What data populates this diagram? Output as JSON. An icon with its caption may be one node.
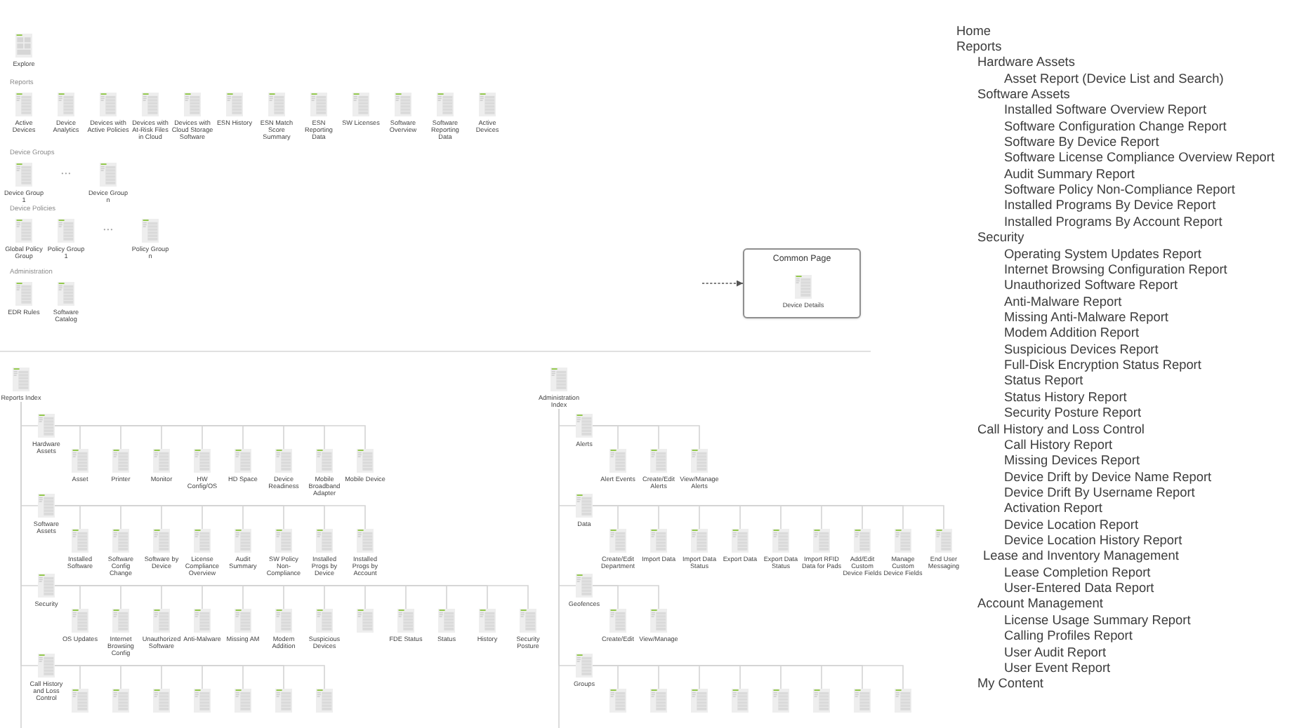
{
  "diagram": {
    "nodes": [
      {
        "text": [
          "Explore"
        ]
      },
      {
        "text": [
          "Active Devices"
        ]
      },
      {
        "text": [
          "Device Analytics"
        ]
      },
      {
        "text": [
          "Devices with Active Policies"
        ]
      },
      {
        "text": [
          "Devices with At-Risk Files in Cloud"
        ]
      },
      {
        "text": [
          "Devices with Cloud Storage Software"
        ]
      },
      {
        "text": [
          "ESN History"
        ]
      },
      {
        "text": [
          "ESN Match Score Summary"
        ]
      },
      {
        "text": [
          "ESN Reporting Data"
        ]
      },
      {
        "text": [
          "SW Licenses"
        ]
      },
      {
        "text": [
          "Software Overview"
        ]
      },
      {
        "text": [
          "Software Reporting Data"
        ]
      },
      {
        "text": [
          "Active Devices"
        ]
      },
      {
        "text": [
          "Device Group 1"
        ]
      },
      {
        "text": [
          "Device Group n"
        ]
      },
      {
        "text": [
          "Global Policy Group"
        ]
      },
      {
        "text": [
          "Policy Group 1"
        ]
      },
      {
        "text": [
          "Policy Group n"
        ]
      },
      {
        "text": [
          "EDR Rules"
        ]
      },
      {
        "text": [
          "Software Catalog"
        ]
      },
      {
        "text": [
          "Common Page"
        ]
      },
      {
        "text": [
          "Device Details"
        ],
        "in": 20
      },
      {
        "text": [
          "Reports Index"
        ]
      },
      {
        "text": [
          "Hardware Assets"
        ]
      },
      {
        "text": [
          "Asset"
        ]
      },
      {
        "text": [
          "Printer"
        ]
      },
      {
        "text": [
          "Monitor"
        ]
      },
      {
        "text": [
          "HW Config/OS"
        ]
      },
      {
        "text": [
          "HD Space"
        ]
      },
      {
        "text": [
          "Device Readiness"
        ]
      },
      {
        "text": [
          "Mobile Broadband Adapter"
        ]
      },
      {
        "text": [
          "Mobile Device"
        ]
      },
      {
        "text": [
          "Software Assets"
        ]
      },
      {
        "text": [
          "Installed Software"
        ]
      },
      {
        "text": [
          "Software Config Change"
        ]
      },
      {
        "text": [
          "Software by Device"
        ]
      },
      {
        "text": [
          "License Compliance Overview"
        ]
      },
      {
        "text": [
          "Audit Summary"
        ]
      },
      {
        "text": [
          "SW Policy Non-Compliance"
        ]
      },
      {
        "text": [
          "Installed Progs by Device"
        ]
      },
      {
        "text": [
          "Installed Progs by Account"
        ]
      },
      {
        "text": [
          "Security"
        ]
      },
      {
        "text": [
          "OS Updates"
        ]
      },
      {
        "text": [
          "Internet Browsing Config"
        ]
      },
      {
        "text": [
          "Unauthorized Software"
        ]
      },
      {
        "text": [
          "Anti-Malware"
        ]
      },
      {
        "text": [
          "Missing AM"
        ]
      },
      {
        "text": [
          "Modem Addition"
        ]
      },
      {
        "text": [
          "Suspicious Devices"
        ]
      },
      {
        "text": [],
        "shape": "page"
      },
      {
        "text": [
          "FDE Status"
        ]
      },
      {
        "text": [
          "Status"
        ]
      },
      {
        "text": [
          "History"
        ]
      },
      {
        "text": [
          "Security Posture"
        ]
      },
      {
        "text": [
          "Call History and Loss Control"
        ]
      },
      {
        "text": [],
        "shape": "page"
      },
      {
        "text": [],
        "shape": "page"
      },
      {
        "text": [],
        "shape": "page"
      },
      {
        "text": [],
        "shape": "page"
      },
      {
        "text": [],
        "shape": "page"
      },
      {
        "text": [],
        "shape": "page"
      },
      {
        "text": [],
        "shape": "page"
      },
      {
        "text": [
          "Administration Index"
        ]
      },
      {
        "text": [
          "Alerts"
        ]
      },
      {
        "text": [
          "Alert Events"
        ]
      },
      {
        "text": [
          "Create/Edit Alerts"
        ]
      },
      {
        "text": [
          "View/Manage Alerts"
        ]
      },
      {
        "text": [
          "Data"
        ]
      },
      {
        "text": [
          "Create/Edit Department"
        ]
      },
      {
        "text": [
          "Import Data"
        ]
      },
      {
        "text": [
          "Import Data Status"
        ]
      },
      {
        "text": [
          "Export Data"
        ]
      },
      {
        "text": [
          "Export Data Status"
        ]
      },
      {
        "text": [
          "Import RFID Data for Pads"
        ]
      },
      {
        "text": [
          "Add/Edit Custom Device Fields"
        ]
      },
      {
        "text": [
          "Manage Custom Device Fields"
        ]
      },
      {
        "text": [
          "End User Messaging"
        ]
      },
      {
        "text": [
          "Geofences"
        ]
      },
      {
        "text": [
          "Create/Edit"
        ]
      },
      {
        "text": [
          "View/Manage"
        ]
      },
      {
        "text": [
          "Groups"
        ]
      },
      {
        "text": [],
        "shape": "page"
      },
      {
        "text": [],
        "shape": "page"
      },
      {
        "text": [],
        "shape": "page"
      },
      {
        "text": [],
        "shape": "page"
      },
      {
        "text": [],
        "shape": "page"
      },
      {
        "text": [],
        "shape": "page"
      },
      {
        "text": [],
        "shape": "page"
      },
      {
        "text": [],
        "shape": "page"
      }
    ],
    "edges": [
      {
        "from": null,
        "to": 20,
        "arrow": "to",
        "style": "dashed",
        "color": "#555555"
      },
      {
        "from": 22,
        "to": 23,
        "arrow": "none"
      },
      {
        "from": 22,
        "to": 32,
        "arrow": "none"
      },
      {
        "from": 22,
        "to": 41,
        "arrow": "none"
      },
      {
        "from": 22,
        "to": 54,
        "arrow": "none"
      },
      {
        "from": 22,
        "to": null,
        "arrow": "none"
      },
      {
        "from": 23,
        "to": 24,
        "arrow": "none"
      },
      {
        "from": 23,
        "to": 25,
        "arrow": "none"
      },
      {
        "from": 23,
        "to": 26,
        "arrow": "none"
      },
      {
        "from": 23,
        "to": 27,
        "arrow": "none"
      },
      {
        "from": 23,
        "to": 28,
        "arrow": "none"
      },
      {
        "from": 23,
        "to": 29,
        "arrow": "none"
      },
      {
        "from": 23,
        "to": 30,
        "arrow": "none"
      },
      {
        "from": 23,
        "to": 31,
        "arrow": "none"
      },
      {
        "from": 32,
        "to": 33,
        "arrow": "none"
      },
      {
        "from": 32,
        "to": 34,
        "arrow": "none"
      },
      {
        "from": 32,
        "to": 35,
        "arrow": "none"
      },
      {
        "from": 32,
        "to": 36,
        "arrow": "none"
      },
      {
        "from": 32,
        "to": 37,
        "arrow": "none"
      },
      {
        "from": 32,
        "to": 38,
        "arrow": "none"
      },
      {
        "from": 32,
        "to": 39,
        "arrow": "none"
      },
      {
        "from": 32,
        "to": 40,
        "arrow": "none"
      },
      {
        "from": 41,
        "to": 42,
        "arrow": "none"
      },
      {
        "from": 41,
        "to": 43,
        "arrow": "none"
      },
      {
        "from": 41,
        "to": 44,
        "arrow": "none"
      },
      {
        "from": 41,
        "to": 45,
        "arrow": "none"
      },
      {
        "from": 41,
        "to": 46,
        "arrow": "none"
      },
      {
        "from": 41,
        "to": 47,
        "arrow": "none"
      },
      {
        "from": 41,
        "to": 48,
        "arrow": "none"
      },
      {
        "from": 41,
        "to": 49,
        "arrow": "none"
      },
      {
        "from": 41,
        "to": 50,
        "arrow": "none"
      },
      {
        "from": 41,
        "to": 51,
        "arrow": "none"
      },
      {
        "from": 41,
        "to": 52,
        "arrow": "none"
      },
      {
        "from": 41,
        "to": 53,
        "arrow": "none"
      },
      {
        "from": 54,
        "to": 55,
        "arrow": "none"
      },
      {
        "from": 54,
        "to": 56,
        "arrow": "none"
      },
      {
        "from": 54,
        "to": 57,
        "arrow": "none"
      },
      {
        "from": 54,
        "to": 58,
        "arrow": "none"
      },
      {
        "from": 54,
        "to": 59,
        "arrow": "none"
      },
      {
        "from": 54,
        "to": 60,
        "arrow": "none"
      },
      {
        "from": 54,
        "to": 61,
        "arrow": "none"
      },
      {
        "from": 62,
        "to": 63,
        "arrow": "none"
      },
      {
        "from": 62,
        "to": 67,
        "arrow": "none"
      },
      {
        "from": 62,
        "to": 77,
        "arrow": "none"
      },
      {
        "from": 62,
        "to": 80,
        "arrow": "none"
      },
      {
        "from": 62,
        "to": null,
        "arrow": "none"
      },
      {
        "from": 63,
        "to": 64,
        "arrow": "none"
      },
      {
        "from": 63,
        "to": 65,
        "arrow": "none"
      },
      {
        "from": 63,
        "to": 66,
        "arrow": "none"
      },
      {
        "from": 67,
        "to": 68,
        "arrow": "none"
      },
      {
        "from": 67,
        "to": 69,
        "arrow": "none"
      },
      {
        "from": 67,
        "to": 70,
        "arrow": "none"
      },
      {
        "from": 67,
        "to": 71,
        "arrow": "none"
      },
      {
        "from": 67,
        "to": 72,
        "arrow": "none"
      },
      {
        "from": 67,
        "to": 73,
        "arrow": "none"
      },
      {
        "from": 67,
        "to": 74,
        "arrow": "none"
      },
      {
        "from": 67,
        "to": 75,
        "arrow": "none"
      },
      {
        "from": 67,
        "to": 76,
        "arrow": "none"
      },
      {
        "from": 77,
        "to": 78,
        "arrow": "none"
      },
      {
        "from": 77,
        "to": 79,
        "arrow": "none"
      },
      {
        "from": 80,
        "to": 81,
        "arrow": "none"
      },
      {
        "from": 80,
        "to": 82,
        "arrow": "none"
      },
      {
        "from": 80,
        "to": 83,
        "arrow": "none"
      },
      {
        "from": 80,
        "to": 84,
        "arrow": "none"
      },
      {
        "from": 80,
        "to": 85,
        "arrow": "none"
      },
      {
        "from": 80,
        "to": 86,
        "arrow": "none"
      },
      {
        "from": 80,
        "to": 87,
        "arrow": "none"
      },
      {
        "from": 80,
        "to": 88,
        "arrow": "none"
      }
    ],
    "labels": [
      "Reports",
      "Device Groups",
      "• • •",
      "Device Policies",
      "• • •",
      "Administration",
      "Home",
      "Reports",
      "Hardware Assets",
      "Asset Report (Device List and Search)",
      "Software Assets",
      "Installed Software Overview Report",
      "Software Configuration Change Report",
      "Software By Device Report",
      "Software License Compliance Overview Report",
      "Audit Summary Report",
      "Software Policy Non-Compliance Report",
      "Installed Programs By Device Report",
      "Installed Programs By Account Report",
      "Security",
      "Operating System Updates Report",
      "Internet Browsing Configuration Report",
      "Unauthorized Software Report",
      "Anti-Malware Report",
      "Missing Anti-Malware Report",
      "Modem Addition Report",
      "Suspicious Devices Report",
      "Full-Disk Encryption Status Report",
      "Status Report",
      "Status History Report",
      "Security Posture Report",
      "Call History and Loss Control",
      "Call History Report",
      "Missing Devices Report",
      "Device Drift by Device Name Report",
      "Device Drift By Username Report",
      "Activation Report",
      "Device Location Report",
      "Device Location History Report",
      "Lease and Inventory Management",
      "Lease Completion Report",
      "User-Entered Data Report",
      "Account Management",
      "License Usage Summary Report",
      "Calling Profiles Report",
      "User Audit Report",
      "User Event Report",
      "My Content"
    ]
  }
}
